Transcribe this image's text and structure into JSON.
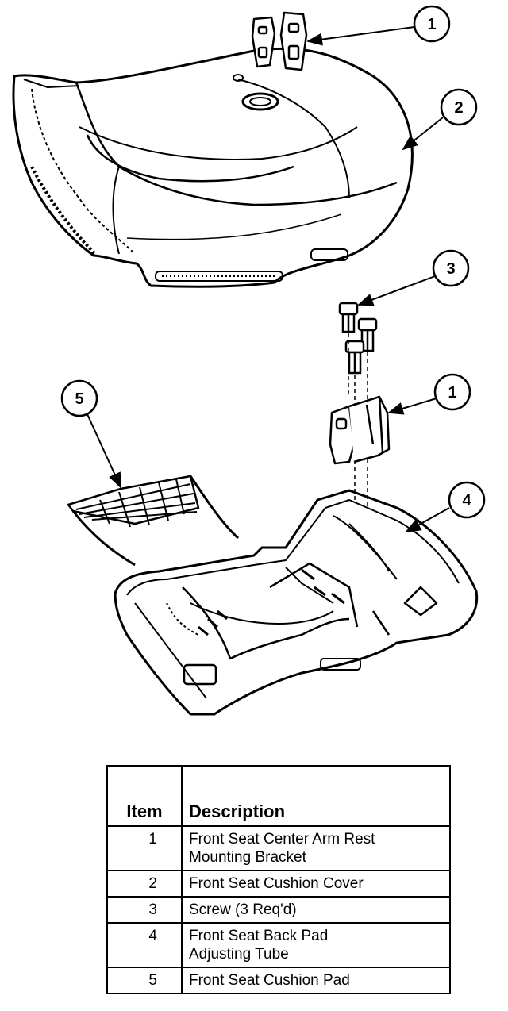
{
  "callouts": [
    "1",
    "2",
    "3",
    "1",
    "4",
    "5"
  ],
  "table": {
    "headers": {
      "item": "Item",
      "description": "Description"
    },
    "rows": [
      {
        "item": "1",
        "description": "Front Seat Center Arm Rest\nMounting Bracket"
      },
      {
        "item": "2",
        "description": "Front Seat Cushion Cover"
      },
      {
        "item": "3",
        "description": "Screw (3 Req'd)"
      },
      {
        "item": "4",
        "description": "Front Seat Back Pad\nAdjusting Tube"
      },
      {
        "item": "5",
        "description": "Front Seat Cushion Pad"
      }
    ]
  }
}
